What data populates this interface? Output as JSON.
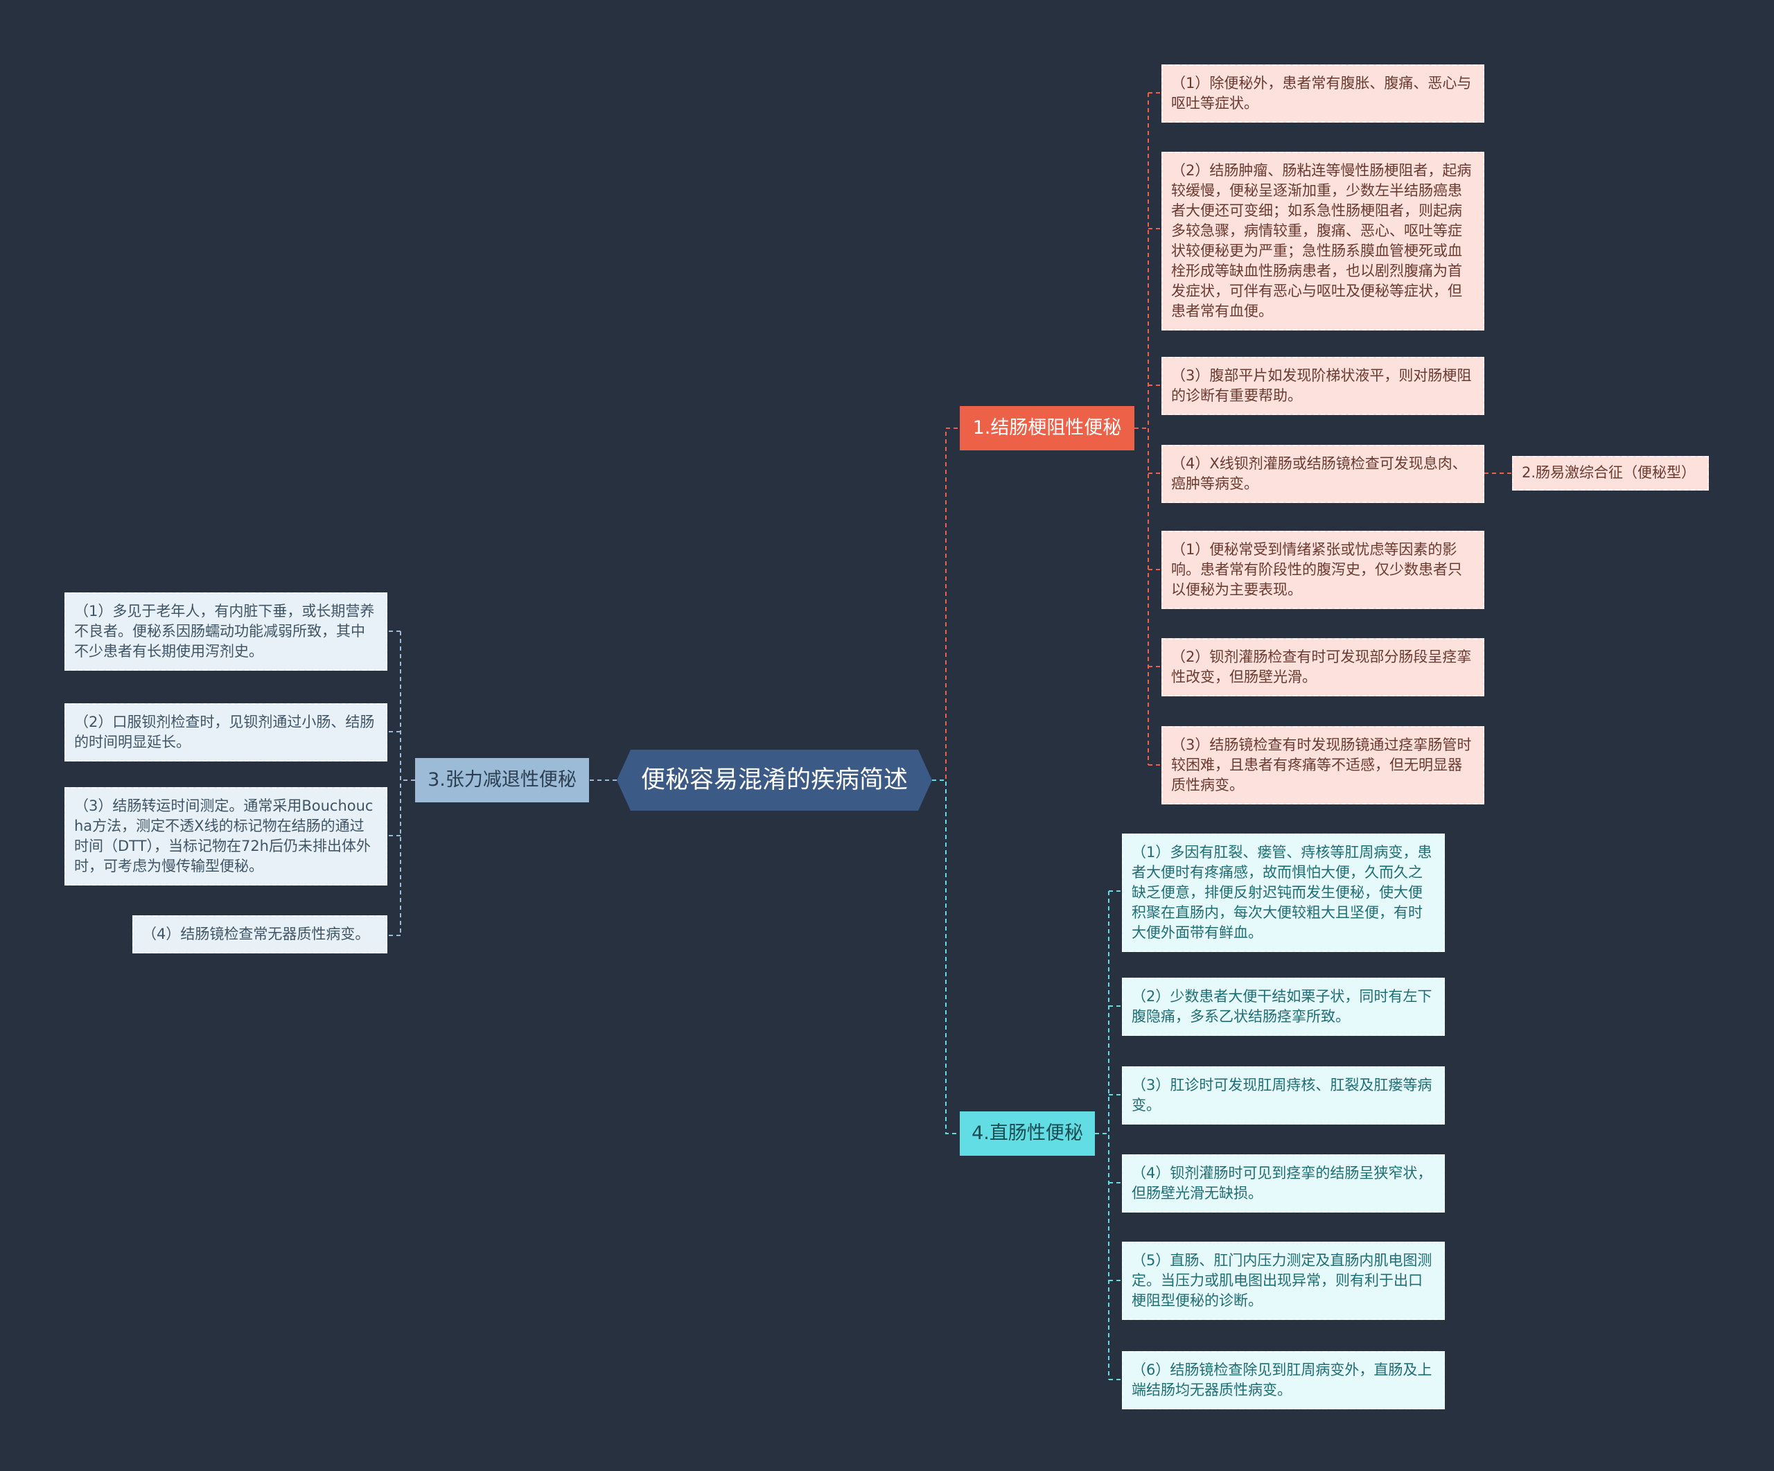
{
  "colors": {
    "background": "#283140",
    "central": "#3c5a86",
    "branch1": "#ed6148",
    "branch3": "#9cbbd7",
    "branch4": "#62dde4",
    "leaf_red": "#fde1dc",
    "leaf_blue": "#e8f1f8",
    "leaf_cyan": "#e6f9fb"
  },
  "central": "便秘容易混淆的疾病简述",
  "branches": {
    "b1": {
      "label": "1.结肠梗阻性便秘",
      "items": [
        "（1）除便秘外，患者常有腹胀、腹痛、恶心与呕吐等症状。",
        "（2）结肠肿瘤、肠粘连等慢性肠梗阻者，起病较缓慢，便秘呈逐渐加重，少数左半结肠癌患者大便还可变细；如系急性肠梗阻者，则起病多较急骤，病情较重，腹痛、恶心、呕吐等症状较便秘更为严重；急性肠系膜血管梗死或血栓形成等缺血性肠病患者，也以剧烈腹痛为首发症状，可伴有恶心与呕吐及便秘等症状，但患者常有血便。",
        "（3）腹部平片如发现阶梯状液平，则对肠梗阻的诊断有重要帮助。",
        "（4）X线钡剂灌肠或结肠镜检查可发现息肉、癌肿等病变。",
        "（1）便秘常受到情绪紧张或忧虑等因素的影响。患者常有阶段性的腹泻史，仅少数患者只以便秘为主要表现。",
        "（2）钡剂灌肠检查有时可发现部分肠段呈痉挛性改变，但肠壁光滑。",
        "（3）结肠镜检查有时发现肠镜通过痉挛肠管时较困难，且患者有疼痛等不适感，但无明显器质性病变。"
      ],
      "side_label": "2.肠易激综合征（便秘型）"
    },
    "b3": {
      "label": "3.张力减退性便秘",
      "items": [
        "（1）多见于老年人，有内脏下垂，或长期营养不良者。便秘系因肠蠕动功能减弱所致，其中不少患者有长期使用泻剂史。",
        "（2）口服钡剂检查时，见钡剂通过小肠、结肠的时间明显延长。",
        "（3）结肠转运时间测定。通常采用Bouchoucha方法，测定不透X线的标记物在结肠的通过时间（DTT），当标记物在72h后仍未排出体外时，可考虑为慢传输型便秘。",
        "（4）结肠镜检查常无器质性病变。"
      ]
    },
    "b4": {
      "label": "4.直肠性便秘",
      "items": [
        "（1）多因有肛裂、瘘管、痔核等肛周病变，患者大便时有疼痛感，故而惧怕大便，久而久之缺乏便意，排便反射迟钝而发生便秘，使大便积聚在直肠内，每次大便较粗大且坚便，有时大便外面带有鲜血。",
        "（2）少数患者大便干结如栗子状，同时有左下腹隐痛，多系乙状结肠痉挛所致。",
        "（3）肛诊时可发现肛周痔核、肛裂及肛瘘等病变。",
        "（4）钡剂灌肠时可见到痉挛的结肠呈狭窄状，但肠壁光滑无缺损。",
        "（5）直肠、肛门内压力测定及直肠内肌电图测定。当压力或肌电图出现异常，则有利于出口梗阻型便秘的诊断。",
        "（6）结肠镜检查除见到肛周病变外，直肠及上端结肠均无器质性病变。"
      ]
    }
  }
}
